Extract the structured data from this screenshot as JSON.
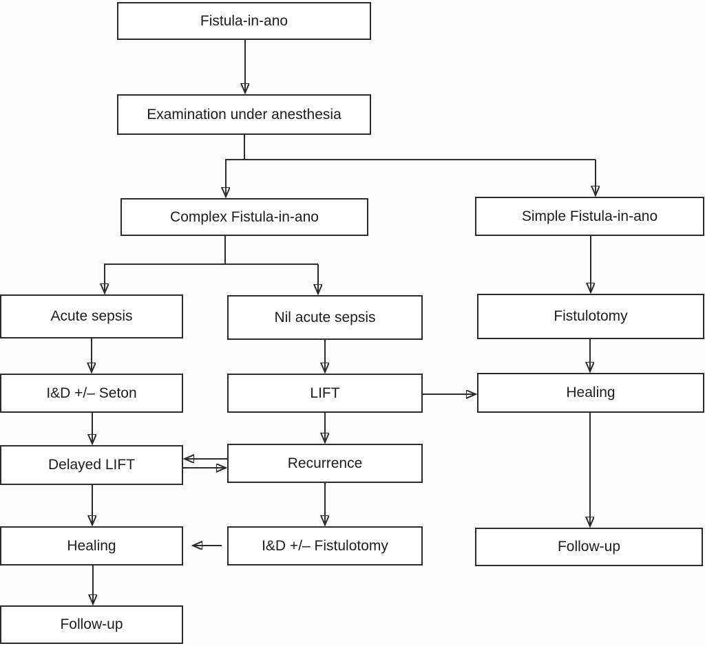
{
  "diagram": {
    "type": "flowchart",
    "background_color": "#ffffff",
    "box_border_color": "#2b2b2b",
    "box_fill_color": "#ffffff",
    "line_color": "#2b2b2b",
    "text_color": "#1c1c1c",
    "nodes": {
      "fistula": "Fistula-in-ano",
      "eua": "Examination under anesthesia",
      "complex": "Complex Fistula-in-ano",
      "simple": "Simple Fistula-in-ano",
      "acute_sepsis": "Acute sepsis",
      "nil_acute_sepsis": "Nil acute sepsis",
      "fistulotomy": "Fistulotomy",
      "id_seton": "I&D +/– Seton",
      "lift": "LIFT",
      "healing_right": "Healing",
      "delayed_lift": "Delayed LIFT",
      "recurrence": "Recurrence",
      "healing_left": "Healing",
      "id_fistulotomy": "I&D +/– Fistulotomy",
      "followup_right": "Follow-up",
      "followup_left": "Follow-up"
    },
    "edges": [
      {
        "from": "fistula",
        "to": "eua"
      },
      {
        "from": "eua",
        "to": "complex"
      },
      {
        "from": "eua",
        "to": "simple"
      },
      {
        "from": "complex",
        "to": "acute_sepsis"
      },
      {
        "from": "complex",
        "to": "nil_acute_sepsis"
      },
      {
        "from": "acute_sepsis",
        "to": "id_seton"
      },
      {
        "from": "id_seton",
        "to": "delayed_lift"
      },
      {
        "from": "delayed_lift",
        "to": "healing_left"
      },
      {
        "from": "healing_left",
        "to": "followup_left"
      },
      {
        "from": "nil_acute_sepsis",
        "to": "lift"
      },
      {
        "from": "lift",
        "to": "recurrence"
      },
      {
        "from": "lift",
        "to": "healing_right"
      },
      {
        "from": "recurrence",
        "to": "id_fistulotomy"
      },
      {
        "from": "recurrence",
        "to": "delayed_lift"
      },
      {
        "from": "delayed_lift",
        "to": "recurrence"
      },
      {
        "from": "id_fistulotomy",
        "to": "healing_left"
      },
      {
        "from": "simple",
        "to": "fistulotomy"
      },
      {
        "from": "fistulotomy",
        "to": "healing_right"
      },
      {
        "from": "healing_right",
        "to": "followup_right"
      }
    ]
  }
}
